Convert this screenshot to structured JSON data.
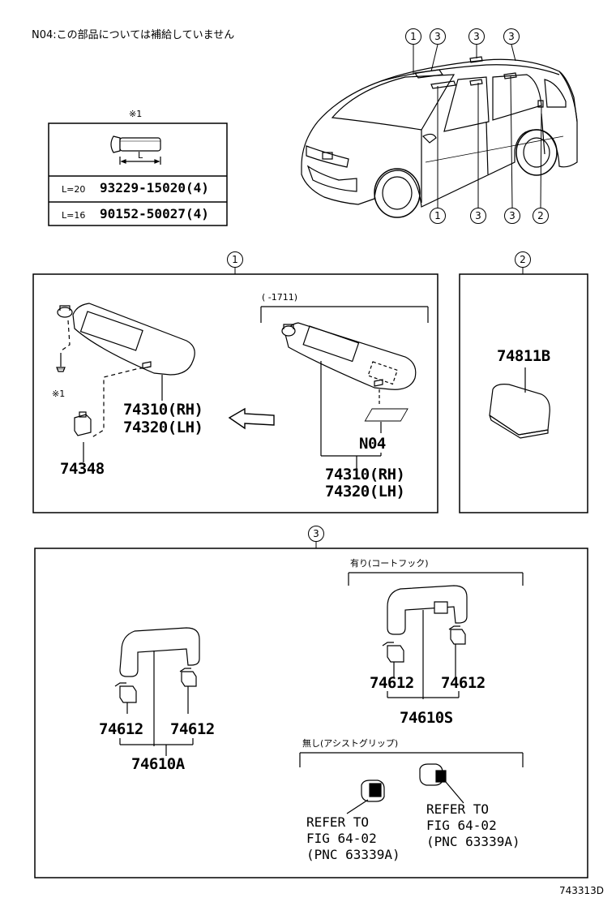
{
  "note": "N04:この部品については補給していません",
  "fastener_table": {
    "mark": "※1",
    "dimension_label": "L",
    "rows": [
      {
        "length": "L=20",
        "part": "93229-15020(4)"
      },
      {
        "length": "L=16",
        "part": "90152-50027(4)"
      }
    ]
  },
  "car_callouts_top": [
    "1",
    "3",
    "3",
    "3"
  ],
  "car_callouts_bottom": [
    "1",
    "3",
    "3",
    "2"
  ],
  "section1": {
    "marker": "1",
    "mark": "※1",
    "clip_part": "74348",
    "left_visor": [
      "74310(RH)",
      "74320(LH)"
    ],
    "right_visor_range": "(      -1711)",
    "right_note": "N04",
    "right_visor": [
      "74310(RH)",
      "74320(LH)"
    ]
  },
  "section2": {
    "marker": "2",
    "part": "74811B"
  },
  "section3": {
    "marker": "3",
    "left_clip_a": "74612",
    "left_clip_b": "74612",
    "left_assy": "74610A",
    "with_heading": "有り(コートフック)",
    "right_clip_a": "74612",
    "right_clip_b": "74612",
    "right_assy": "74610S",
    "without_heading": "無し(アシストグリップ)",
    "refer1": [
      "REFER TO",
      "FIG 64-02",
      "(PNC 63339A)"
    ],
    "refer2": [
      "REFER TO",
      "FIG 64-02",
      "(PNC 63339A)"
    ]
  },
  "figure_code": "743313D"
}
